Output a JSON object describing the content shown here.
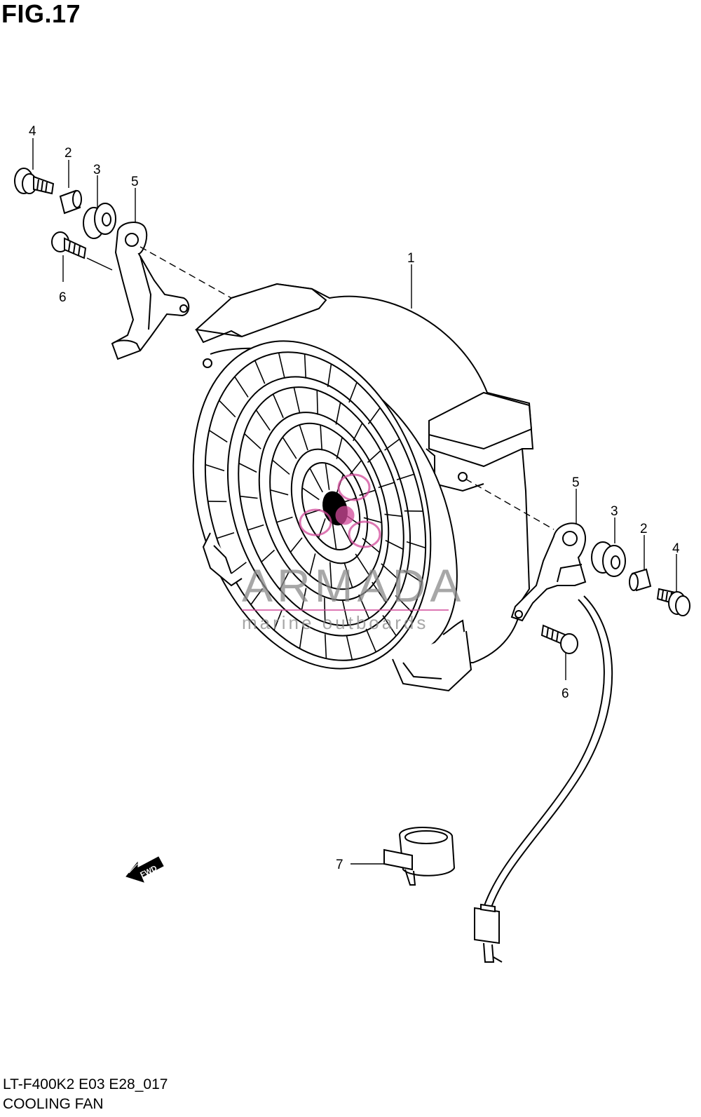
{
  "figure": {
    "title": "FIG.17"
  },
  "footer": {
    "model_code": "LT-F400K2 E03 E28_017",
    "part_name": "COOLING FAN"
  },
  "watermark": {
    "brand": "ARMADA",
    "tagline": "marine outboards",
    "color": "#d24a9a"
  },
  "direction_arrow": {
    "label": "FWD"
  },
  "callouts": [
    {
      "id": "c4-left",
      "label": "4"
    },
    {
      "id": "c2-left",
      "label": "2"
    },
    {
      "id": "c3-left",
      "label": "3"
    },
    {
      "id": "c5-left",
      "label": "5"
    },
    {
      "id": "c6-left",
      "label": "6"
    },
    {
      "id": "c1",
      "label": "1"
    },
    {
      "id": "c5-right",
      "label": "5"
    },
    {
      "id": "c3-right",
      "label": "3"
    },
    {
      "id": "c2-right",
      "label": "2"
    },
    {
      "id": "c4-right",
      "label": "4"
    },
    {
      "id": "c6-right",
      "label": "6"
    },
    {
      "id": "c7",
      "label": "7"
    }
  ]
}
